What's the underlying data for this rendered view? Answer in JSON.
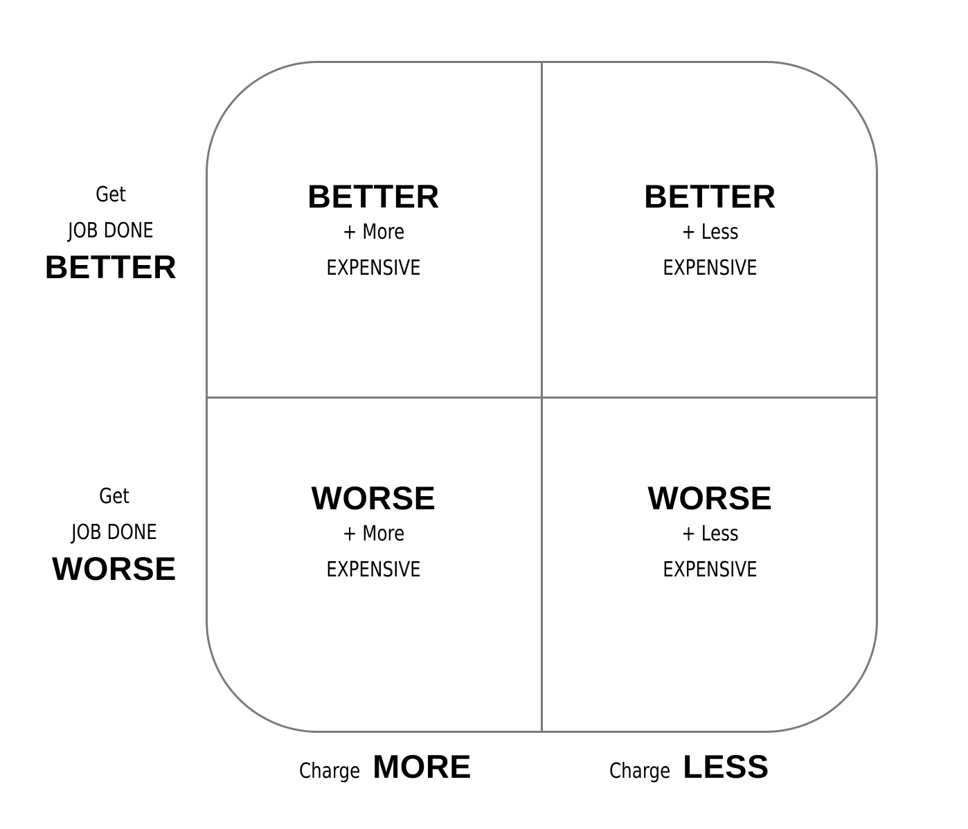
{
  "quadrants": {
    "top_left": {
      "headline": "BETTER",
      "line1": "+ More",
      "line2": "EXPENSIVE"
    },
    "top_right": {
      "headline": "BETTER",
      "line1": "+ Less",
      "line2": "EXPENSIVE"
    },
    "bottom_left": {
      "headline": "WORSE",
      "line1": "+ More",
      "line2": "EXPENSIVE"
    },
    "bottom_right": {
      "headline": "WORSE",
      "line1": "+ Less",
      "line2": "EXPENSIVE"
    }
  },
  "row_labels": {
    "top": {
      "line1": "Get",
      "line2": "JOB DONE",
      "emphasis": "BETTER"
    },
    "bottom": {
      "line1": "Get",
      "line2": "JOB DONE",
      "emphasis": "WORSE"
    }
  },
  "column_labels": {
    "left": {
      "prefix": "Charge",
      "emphasis": "MORE"
    },
    "right": {
      "prefix": "Charge",
      "emphasis": "LESS"
    }
  },
  "colors": {
    "border": "#7a7a7a",
    "text": "#000000",
    "background": "#ffffff"
  }
}
